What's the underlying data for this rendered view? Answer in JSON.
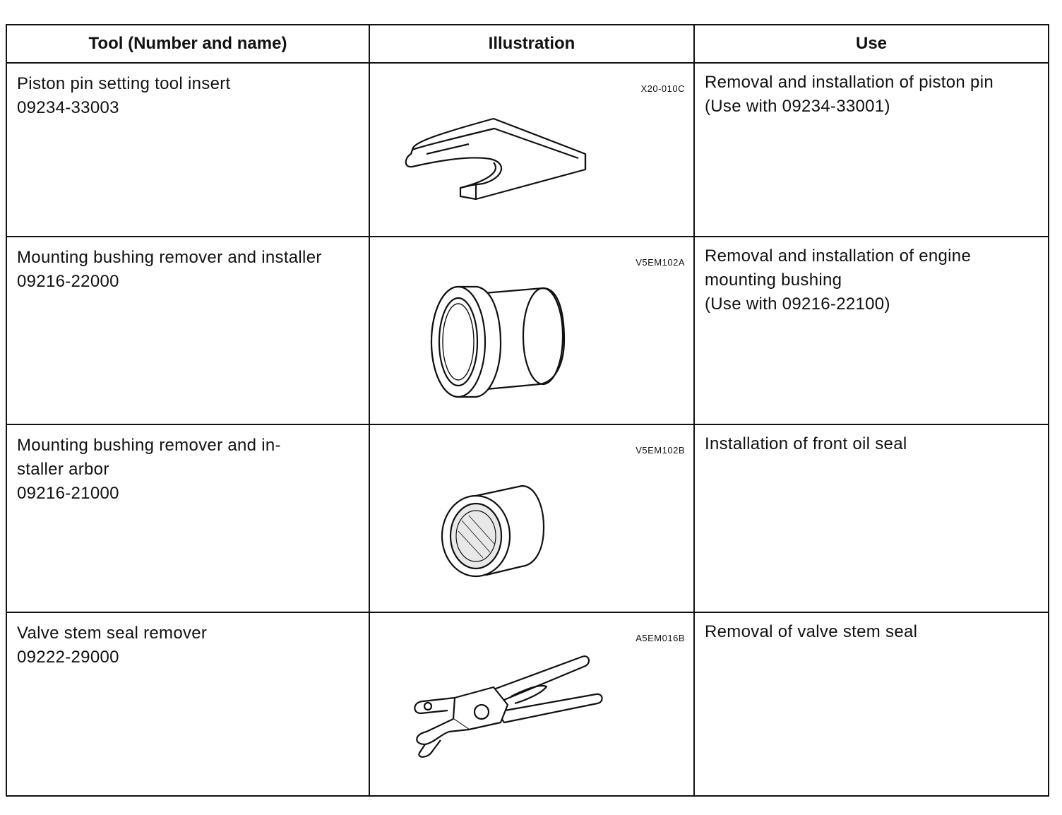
{
  "headers": {
    "tool": "Tool (Number and name)",
    "illustration": "Illustration",
    "use": "Use"
  },
  "rows": [
    {
      "tool_lines": [
        "Piston pin setting tool insert",
        "09234-33003"
      ],
      "code": "X20-010C",
      "illustration_icon": "u-plate-insert-icon",
      "use_lines": [
        "Removal and installation of piston pin",
        "(Use with 09234-33001)"
      ]
    },
    {
      "tool_lines": [
        "Mounting bushing remover and installer",
        "09216-22000"
      ],
      "code": "V5EM102A",
      "illustration_icon": "flanged-bushing-icon",
      "use_lines": [
        "Removal and installation of engine",
        "mounting bushing",
        "(Use with 09216-22100)"
      ]
    },
    {
      "tool_lines": [
        "Mounting bushing remover and in-",
        "staller arbor",
        "09216-21000"
      ],
      "code": "V5EM102B",
      "illustration_icon": "cylinder-arbor-icon",
      "use_lines": [
        "Installation of front oil seal"
      ]
    },
    {
      "tool_lines": [
        "Valve stem seal remover",
        "09222-29000"
      ],
      "code": "A5EM016B",
      "illustration_icon": "pliers-icon",
      "use_lines": [
        "Removal of valve stem seal"
      ]
    }
  ]
}
